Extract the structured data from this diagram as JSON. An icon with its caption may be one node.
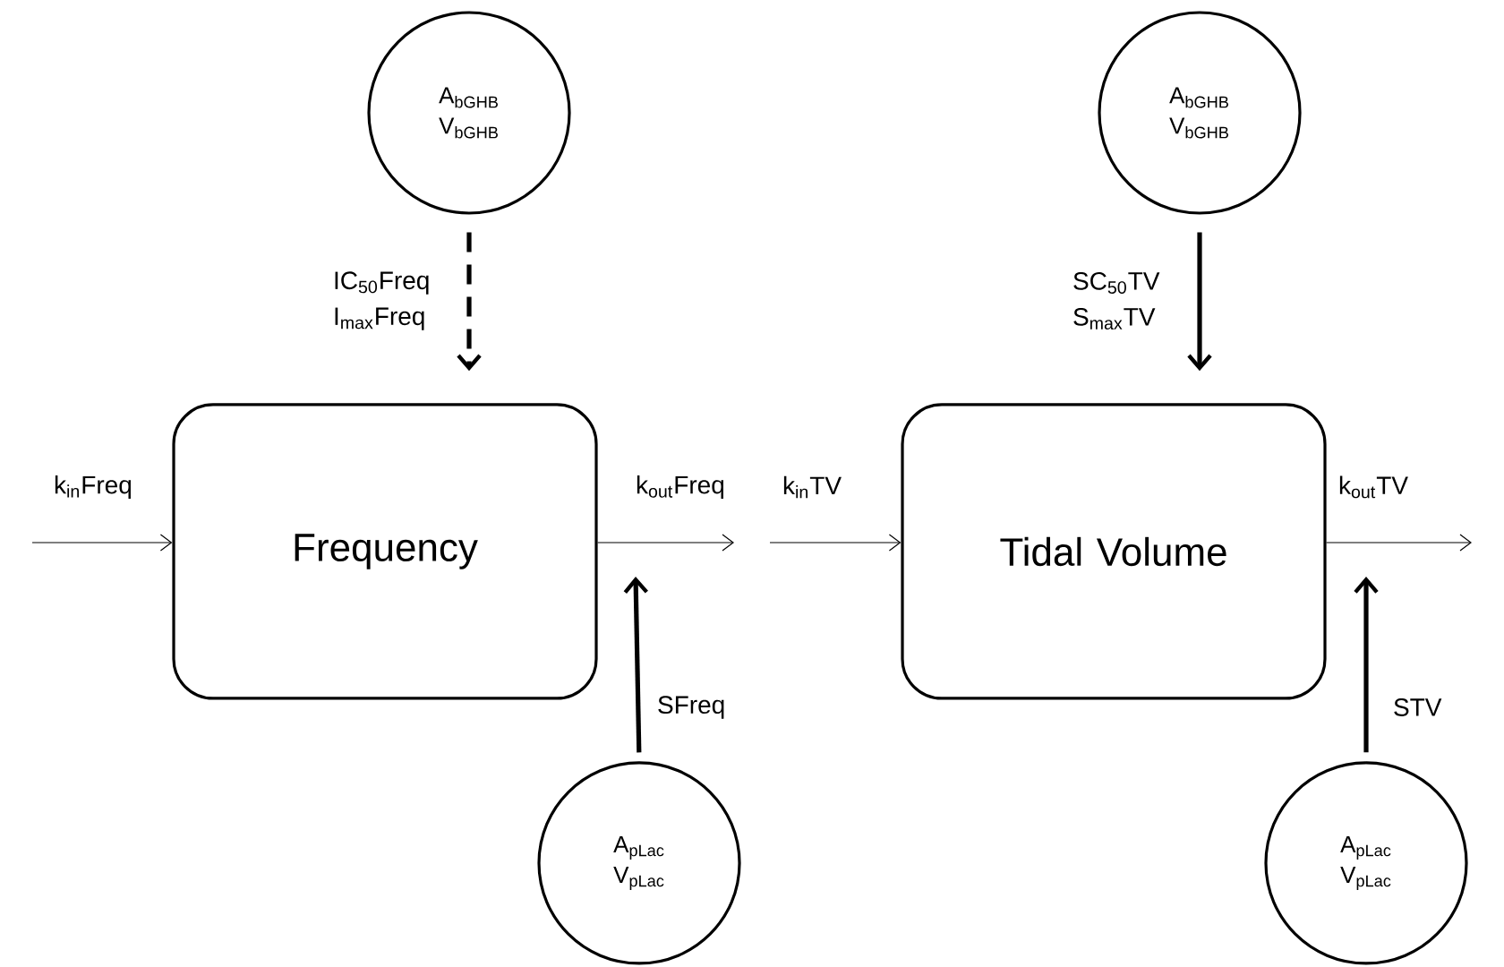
{
  "diagram": {
    "nodes": [
      {
        "text": [
          "A$_{bGHB}$",
          "V$_{bGHB}$"
        ]
      },
      {
        "text": [
          "Frequency"
        ]
      },
      {
        "text": [
          "A$_{pLac}$",
          "V$_{pLac}$"
        ]
      },
      {
        "text": [
          "A$_{bGHB}$",
          "V$_{bGHB}$"
        ]
      },
      {
        "text": [
          "Tidal Volume"
        ]
      },
      {
        "text": [
          "A$_{pLac}$",
          "V$_{pLac}$"
        ]
      }
    ],
    "edges": [
      {
        "from": 0,
        "to": 1,
        "arrow": "to",
        "label": "IC$_{50}$Freq I$_{max}$Freq",
        "style": "dashed"
      },
      {
        "from": null,
        "to": 1,
        "arrow": "to",
        "label": "k$_{in}$Freq"
      },
      {
        "from": 1,
        "to": null,
        "arrow": "to",
        "label": "k$_{out}$Freq"
      },
      {
        "from": 2,
        "to": null,
        "arrow": "to",
        "label": "SFreq",
        "style": "thick"
      },
      {
        "from": 3,
        "to": 4,
        "arrow": "to",
        "label": "SC$_{50}$TV S$_{max}$TV",
        "style": "thick"
      },
      {
        "from": null,
        "to": 4,
        "arrow": "to",
        "label": "k$_{in}$TV"
      },
      {
        "from": 4,
        "to": null,
        "arrow": "to",
        "label": "k$_{out}$TV"
      },
      {
        "from": 5,
        "to": null,
        "arrow": "to",
        "label": "STV",
        "style": "thick"
      }
    ]
  }
}
